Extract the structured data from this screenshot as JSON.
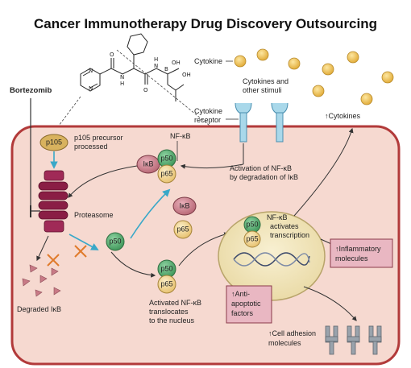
{
  "title": "Cancer Immunotherapy Drug Discovery Outsourcing",
  "labels": {
    "bortezomib": "Bortezomib",
    "cytokine": "Cytokine",
    "cytokines_stimuli_1": "Cytokines and",
    "cytokines_stimuli_2": "other stimuli",
    "cytokine_receptor_1": "Cytokine",
    "cytokine_receptor_2": "receptor",
    "cytokines_up": "↑Cytokines",
    "p105_1": "p105 precursor",
    "p105_2": "processed",
    "nfkb_top": "NF-κB",
    "activation_1": "Activation of NF-κB",
    "activation_2": "by degradation of IκB",
    "proteasome": "Proteasome",
    "nfkb_nucleus_1": "NF-κB",
    "nfkb_nucleus_2": "activates",
    "nfkb_nucleus_3": "transcription",
    "inflammatory_1": "↑Inflammatory",
    "inflammatory_2": "molecules",
    "anti_apoptotic_1": "↑Anti-",
    "anti_apoptotic_2": "apoptotic",
    "anti_apoptotic_3": "factors",
    "activated_1": "Activated NF-κB",
    "activated_2": "translocates",
    "activated_3": "to the nucleus",
    "degraded": "Degraded IκB",
    "adhesion_1": "↑Cell adhesion",
    "adhesion_2": "molecules"
  },
  "proteins": {
    "p105": "p105",
    "ikb": "IκB",
    "p50": "p50",
    "p65": "p65"
  },
  "molecule": {
    "nh": "N",
    "nh2": "H",
    "o": "O",
    "b": "B",
    "oh": "OH"
  },
  "colors": {
    "cell_fill": "#f6d9d0",
    "cell_stroke": "#b23a3a",
    "nucleus_fill": "#f1e6bf",
    "p50_fill": "#4fa86a",
    "p65_fill": "#f1d28a",
    "ikb_fill": "#c87a86",
    "p105_fill": "#d8b25e",
    "cytokine_fill": "#f0c040",
    "receptor_fill": "#a9d8ea",
    "proteasome_fill": "#8a1e45",
    "box_fill": "#e9b7c2",
    "arrow_teal": "#39a8c8",
    "inhibit_orange": "#e07b2c"
  }
}
